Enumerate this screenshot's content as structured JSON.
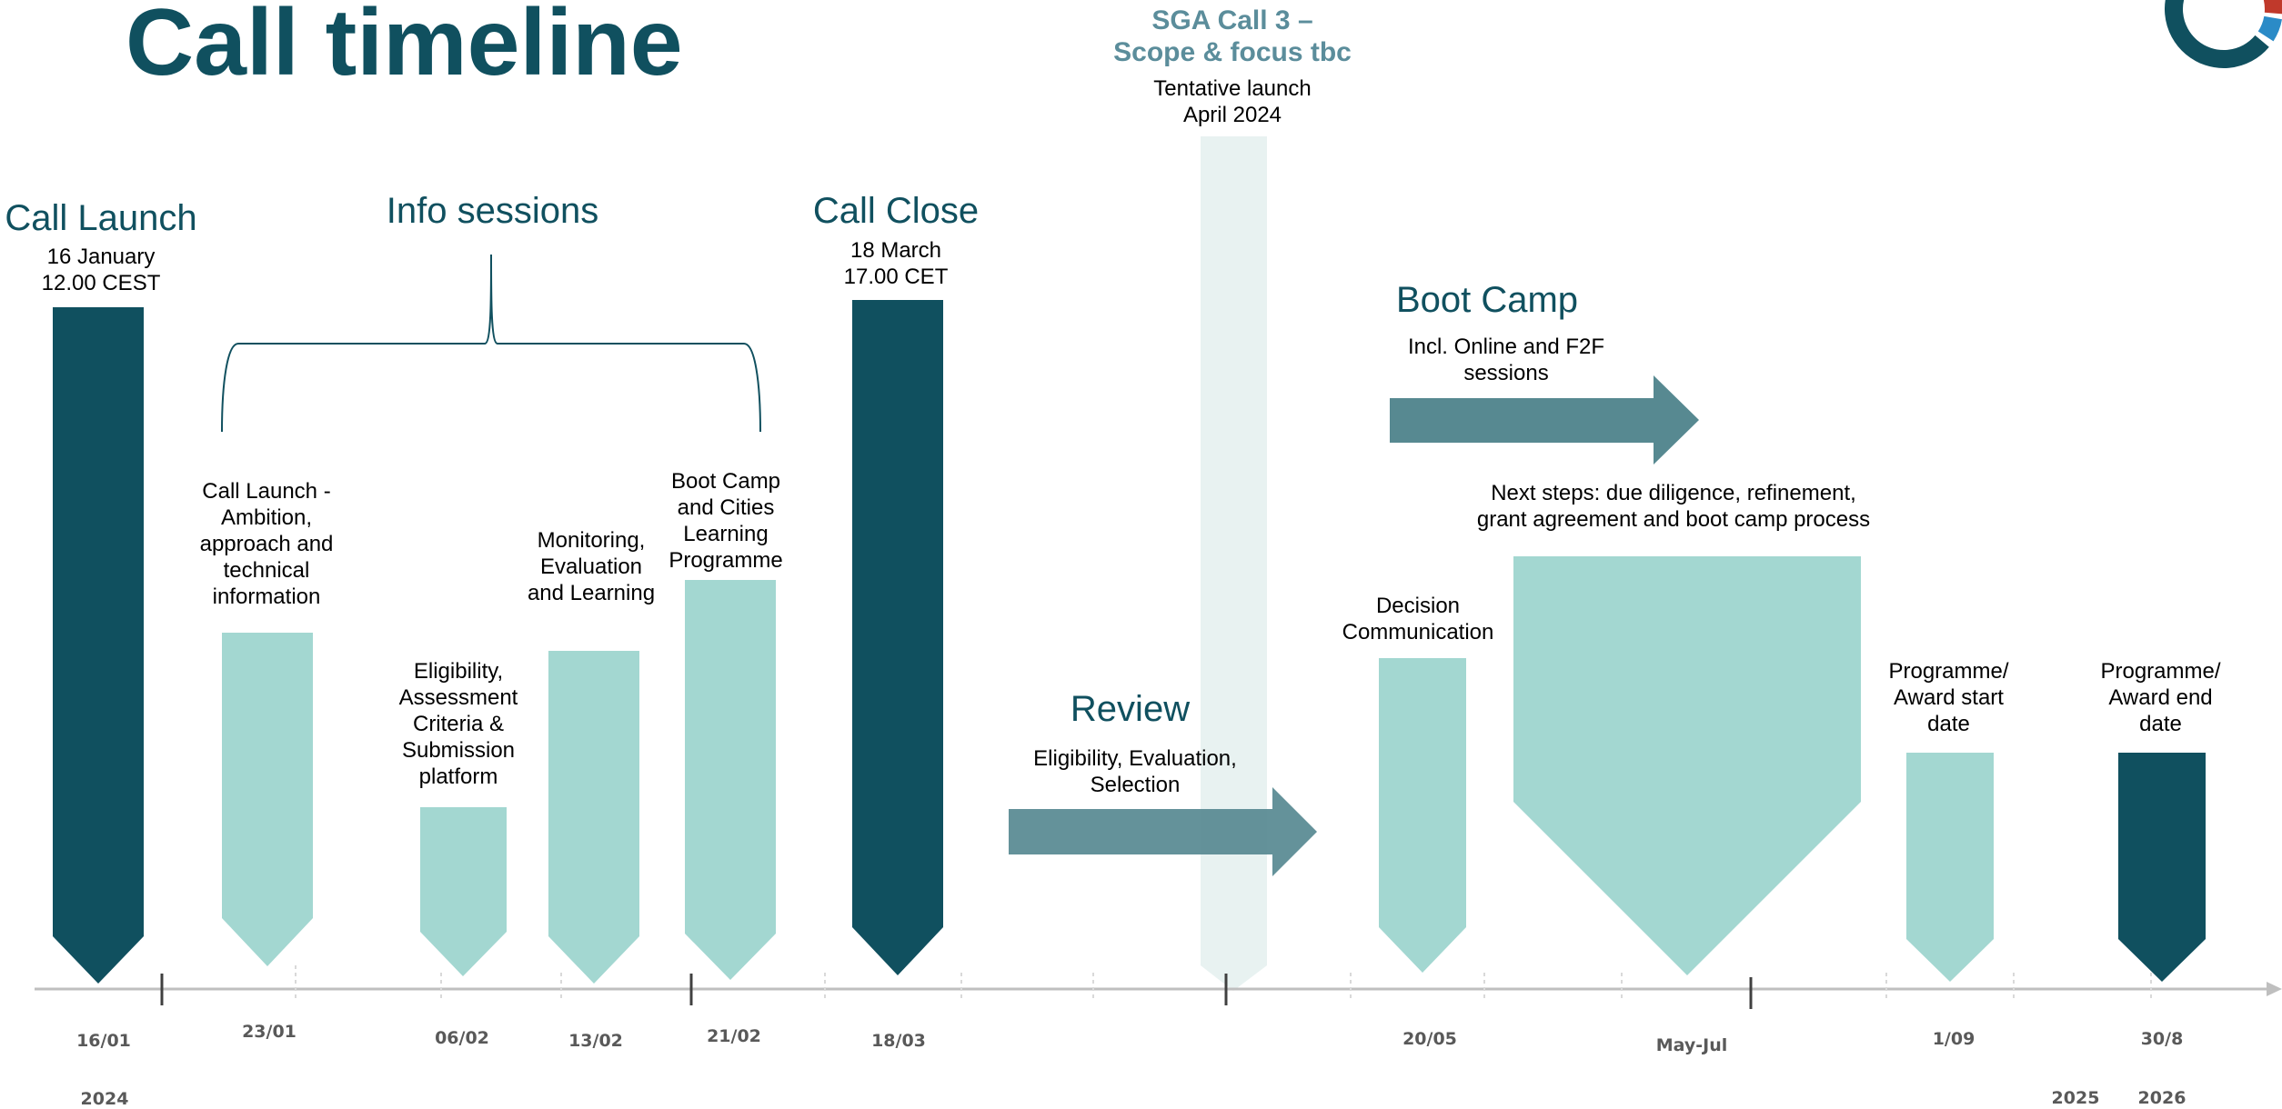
{
  "page_title": "Call timeline",
  "colors": {
    "dark": "#10505f",
    "light": "#a3d7d1",
    "arrow": "#578991",
    "band": "#e8f2f1",
    "axis": "#bfbfbf",
    "tick": "#404040",
    "minor_tick": "#d9d9d9"
  },
  "sga": {
    "title": "SGA Call 3 –\nScope & focus tbc",
    "subtitle": "Tentative launch\nApril 2024"
  },
  "milestones": {
    "call_launch": {
      "heading": "Call Launch",
      "detail": "16 January\n12.00 CEST"
    },
    "info_sessions": {
      "heading": "Info sessions"
    },
    "call_close": {
      "heading": "Call Close",
      "detail": "18 March\n17.00 CET"
    },
    "boot_camp": {
      "heading": "Boot Camp",
      "detail": "Incl. Online and F2F\nsessions"
    },
    "review": {
      "heading": "Review",
      "detail": "Eligibility, Evaluation,\nSelection"
    }
  },
  "bar_labels": {
    "launch_ambition": "Call Launch -\nAmbition,\napproach and\ntechnical\ninformation",
    "eligibility": "Eligibility,\nAssessment\nCriteria &\nSubmission\nplatform",
    "monitoring": "Monitoring,\nEvaluation\nand Learning",
    "bootcamp_cities": "Boot Camp\nand Cities\nLearning\nProgramme",
    "decision": "Decision\nCommunication",
    "next_steps": "Next steps: due diligence, refinement,\ngrant agreement and boot camp process",
    "programme_start": "Programme/\nAward start\ndate",
    "programme_end": "Programme/\nAward end\ndate"
  },
  "dates": {
    "d1601": "16/01",
    "d2301": "23/01",
    "d0602": "06/02",
    "d1302": "13/02",
    "d2102": "21/02",
    "d1803": "18/03",
    "d2005": "20/05",
    "may_jul": "May-Jul",
    "d0109": "1/09",
    "d3008": "30/8"
  },
  "years": {
    "y2024": "2024",
    "y2025": "2025",
    "y2026": "2026"
  }
}
